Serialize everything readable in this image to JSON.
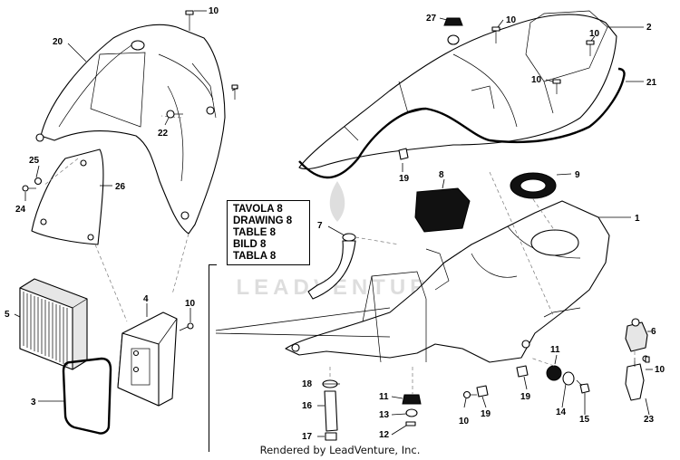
{
  "reference_box": {
    "lines": [
      "TAVOLA 8",
      "DRAWING 8",
      "TABLE 8",
      "BILD 8",
      "TABLA 8"
    ]
  },
  "watermark": "LEADVENTURE",
  "footer": "Rendered by LeadVenture, Inc.",
  "callouts": {
    "c1": "1",
    "c2": "2",
    "c3": "3",
    "c4": "4",
    "c5": "5",
    "c6": "6",
    "c7": "7",
    "c8": "8",
    "c9": "9",
    "c10a": "10",
    "c10b": "10",
    "c10c": "10",
    "c10d": "10",
    "c10e": "10",
    "c10f": "10",
    "c10g": "10",
    "c11a": "11",
    "c11b": "11",
    "c12": "12",
    "c13": "13",
    "c14": "14",
    "c15": "15",
    "c16": "16",
    "c17": "17",
    "c18": "18",
    "c19a": "19",
    "c19b": "19",
    "c19c": "19",
    "c20": "20",
    "c21": "21",
    "c22": "22",
    "c23": "23",
    "c24": "24",
    "c25": "25",
    "c26": "26",
    "c27": "27"
  }
}
